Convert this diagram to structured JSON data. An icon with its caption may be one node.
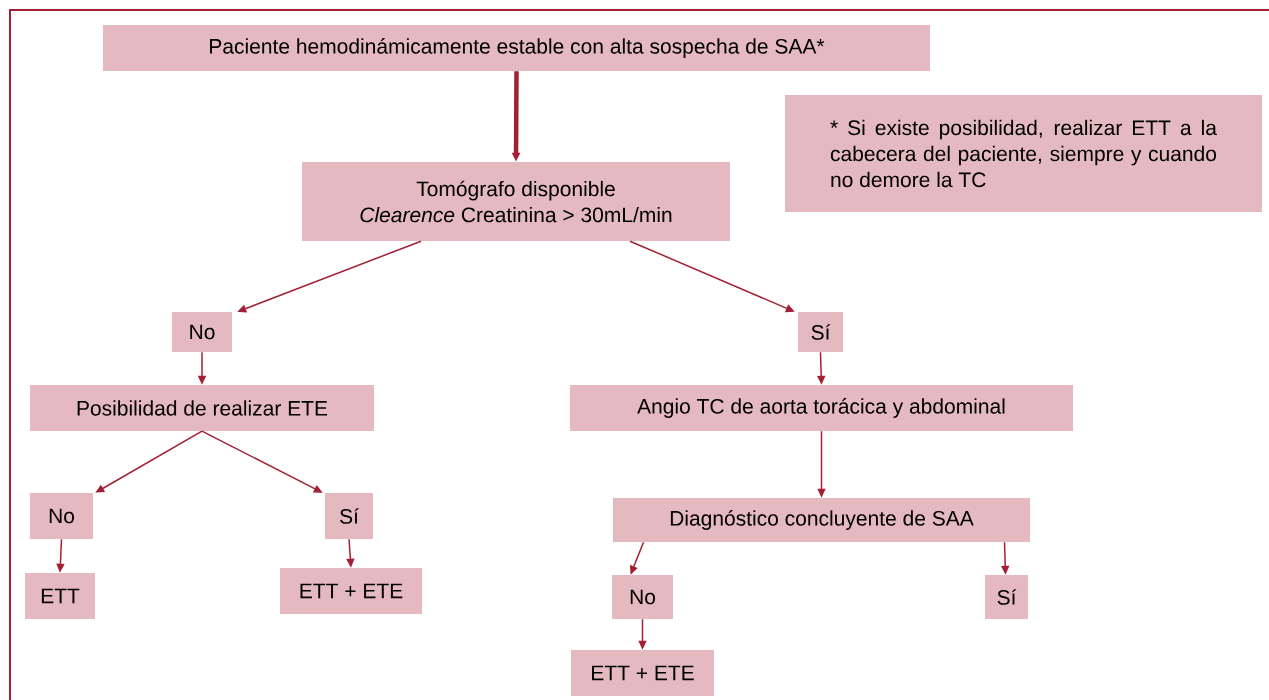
{
  "diagram": {
    "nodes": [
      {
        "text": [
          "Paciente hemodinámicamente estable con alta sospecha de SAA*"
        ]
      },
      {
        "text": [
          "* Si existe posibilidad, realizar ETT a la cabecera del paciente, siempre y cuando no demore la TC"
        ]
      },
      {
        "text": [
          "Tomógrafo disponible",
          "*Clearence* Creatinina > 30mL/min"
        ]
      },
      {
        "text": [
          "No"
        ]
      },
      {
        "text": [
          "Sí"
        ]
      },
      {
        "text": [
          "Posibilidad de realizar ETE"
        ]
      },
      {
        "text": [
          "Angio TC de aorta torácica y abdominal"
        ]
      },
      {
        "text": [
          "No"
        ]
      },
      {
        "text": [
          "Sí"
        ]
      },
      {
        "text": [
          "Diagnóstico concluyente de SAA"
        ]
      },
      {
        "text": [
          "ETT"
        ]
      },
      {
        "text": [
          "ETT + ETE"
        ]
      },
      {
        "text": [
          "No"
        ]
      },
      {
        "text": [
          "Sí"
        ]
      },
      {
        "text": [
          "ETT + ETE"
        ]
      }
    ],
    "edges": [
      {
        "from": 0,
        "to": 2,
        "arrow": "to",
        "style": "thick"
      },
      {
        "from": 2,
        "to": 3,
        "arrow": "to"
      },
      {
        "from": 2,
        "to": 4,
        "arrow": "to"
      },
      {
        "from": 3,
        "to": 5,
        "arrow": "to"
      },
      {
        "from": 4,
        "to": 6,
        "arrow": "to"
      },
      {
        "from": 5,
        "to": 7,
        "arrow": "to"
      },
      {
        "from": 5,
        "to": 8,
        "arrow": "to"
      },
      {
        "from": 6,
        "to": 9,
        "arrow": "to"
      },
      {
        "from": 7,
        "to": 10,
        "arrow": "to"
      },
      {
        "from": 8,
        "to": 11,
        "arrow": "to"
      },
      {
        "from": 9,
        "to": 12,
        "arrow": "to"
      },
      {
        "from": 9,
        "to": 13,
        "arrow": "to"
      },
      {
        "from": 12,
        "to": 14,
        "arrow": "to"
      }
    ]
  }
}
